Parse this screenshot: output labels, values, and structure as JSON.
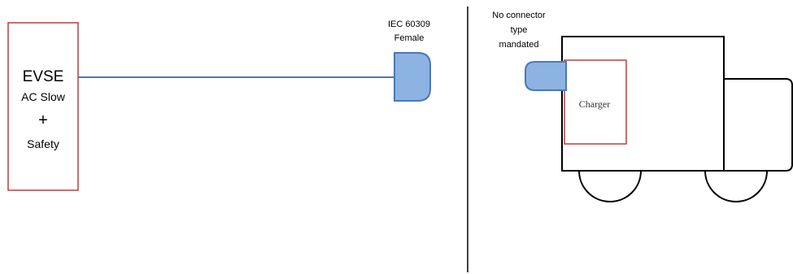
{
  "evse": {
    "title": "EVSE",
    "line2": "AC Slow",
    "line3": "+",
    "line4": "Safety"
  },
  "socket": {
    "label_line1": "IEC 60309",
    "label_line2": "Female"
  },
  "vehicle": {
    "connector_label_line1": "No connector",
    "connector_label_line2": "type",
    "connector_label_line3": "mandated",
    "charger_label": "Charger"
  },
  "colors": {
    "box_outline": "#b5403f",
    "cable": "#4a78b8",
    "connector_fill": "#8db3e2",
    "connector_stroke": "#4a78b8",
    "vehicle_stroke": "#000000"
  }
}
